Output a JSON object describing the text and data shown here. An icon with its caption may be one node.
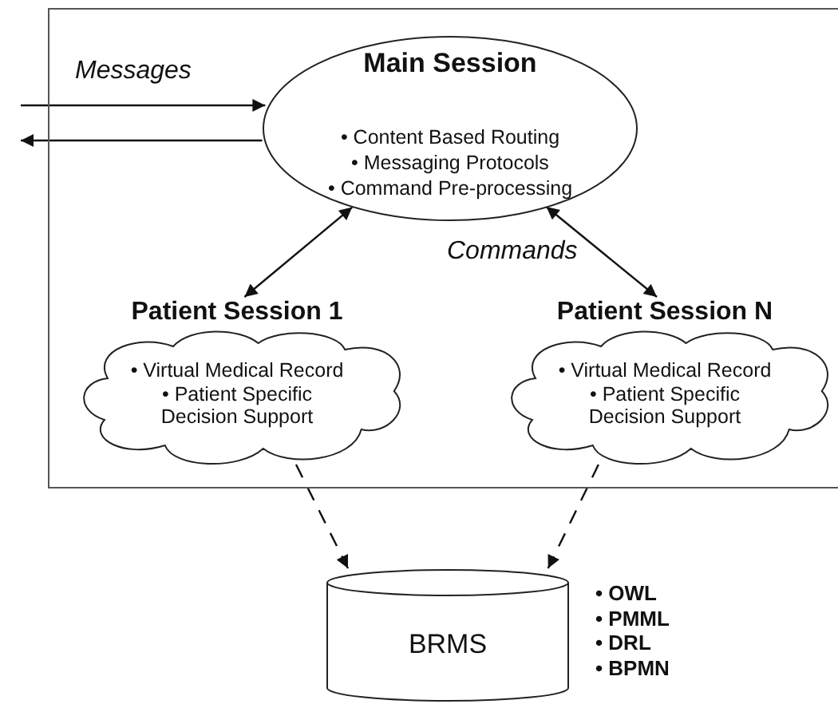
{
  "diagram": {
    "nodes": [
      {
        "text": [],
        "shape": "box"
      },
      {
        "text": [
          "Main Session",
          "• Content Based Routing",
          "• Messaging Protocols",
          "• Command Pre-processing"
        ],
        "in": 0
      },
      {
        "text": [
          "Patient Session 1",
          "• Virtual Medical Record",
          "• Patient Specific Decision Support"
        ],
        "in": 0
      },
      {
        "text": [
          "Patient Session N",
          "• Virtual Medical Record",
          "• Patient Specific Decision Support"
        ],
        "in": 0
      },
      {
        "text": [
          "BRMS"
        ],
        "beside": [
          "• OWL",
          "• PMML",
          "• DRL",
          "• BPMN"
        ]
      }
    ],
    "edges": [
      {
        "from": null,
        "to": 1,
        "arrow": "to"
      },
      {
        "from": 1,
        "to": null,
        "arrow": "to"
      },
      {
        "from": 1,
        "to": 2,
        "arrow": "both"
      },
      {
        "from": 1,
        "to": 3,
        "arrow": "both"
      },
      {
        "from": 2,
        "to": 4,
        "arrow": "to",
        "style": "dashed"
      },
      {
        "from": 3,
        "to": 4,
        "arrow": "to",
        "style": "dashed"
      }
    ],
    "labels": [
      "Messages",
      "Commands"
    ]
  }
}
